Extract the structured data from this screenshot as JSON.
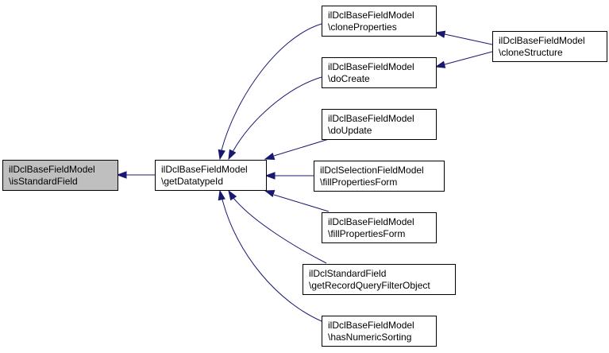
{
  "colors": {
    "highlight_fill": "#bfbfbf",
    "node_fill": "#ffffff",
    "edge": "#191970"
  },
  "nodes": [
    {
      "id": "isStandardField",
      "lines": [
        "ilDclBaseFieldModel",
        "\\isStandardField"
      ],
      "highlight": true
    },
    {
      "id": "getDatatypeId",
      "lines": [
        "ilDclBaseFieldModel",
        "\\getDatatypeId"
      ]
    },
    {
      "id": "cloneProperties",
      "lines": [
        "ilDclBaseFieldModel",
        "\\cloneProperties"
      ]
    },
    {
      "id": "doCreate",
      "lines": [
        "ilDclBaseFieldModel",
        "\\doCreate"
      ]
    },
    {
      "id": "doUpdate",
      "lines": [
        "ilDclBaseFieldModel",
        "\\doUpdate"
      ]
    },
    {
      "id": "selFillPropertiesForm",
      "lines": [
        "ilDclSelectionFieldModel",
        "\\fillPropertiesForm"
      ]
    },
    {
      "id": "baseFillPropertiesForm",
      "lines": [
        "ilDclBaseFieldModel",
        "\\fillPropertiesForm"
      ]
    },
    {
      "id": "getRecordQueryFilterObject",
      "lines": [
        "ilDclStandardField",
        "\\getRecordQueryFilterObject"
      ]
    },
    {
      "id": "hasNumericSorting",
      "lines": [
        "ilDclBaseFieldModel",
        "\\hasNumericSorting"
      ]
    },
    {
      "id": "cloneStructure",
      "lines": [
        "ilDclBaseFieldModel",
        "\\cloneStructure"
      ]
    }
  ],
  "edges": [
    {
      "from": "getDatatypeId",
      "to": "isStandardField"
    },
    {
      "from": "cloneProperties",
      "to": "getDatatypeId"
    },
    {
      "from": "doCreate",
      "to": "getDatatypeId"
    },
    {
      "from": "doUpdate",
      "to": "getDatatypeId"
    },
    {
      "from": "selFillPropertiesForm",
      "to": "getDatatypeId"
    },
    {
      "from": "baseFillPropertiesForm",
      "to": "getDatatypeId"
    },
    {
      "from": "getRecordQueryFilterObject",
      "to": "getDatatypeId"
    },
    {
      "from": "hasNumericSorting",
      "to": "getDatatypeId"
    },
    {
      "from": "cloneStructure",
      "to": "cloneProperties"
    },
    {
      "from": "cloneStructure",
      "to": "doCreate"
    }
  ]
}
